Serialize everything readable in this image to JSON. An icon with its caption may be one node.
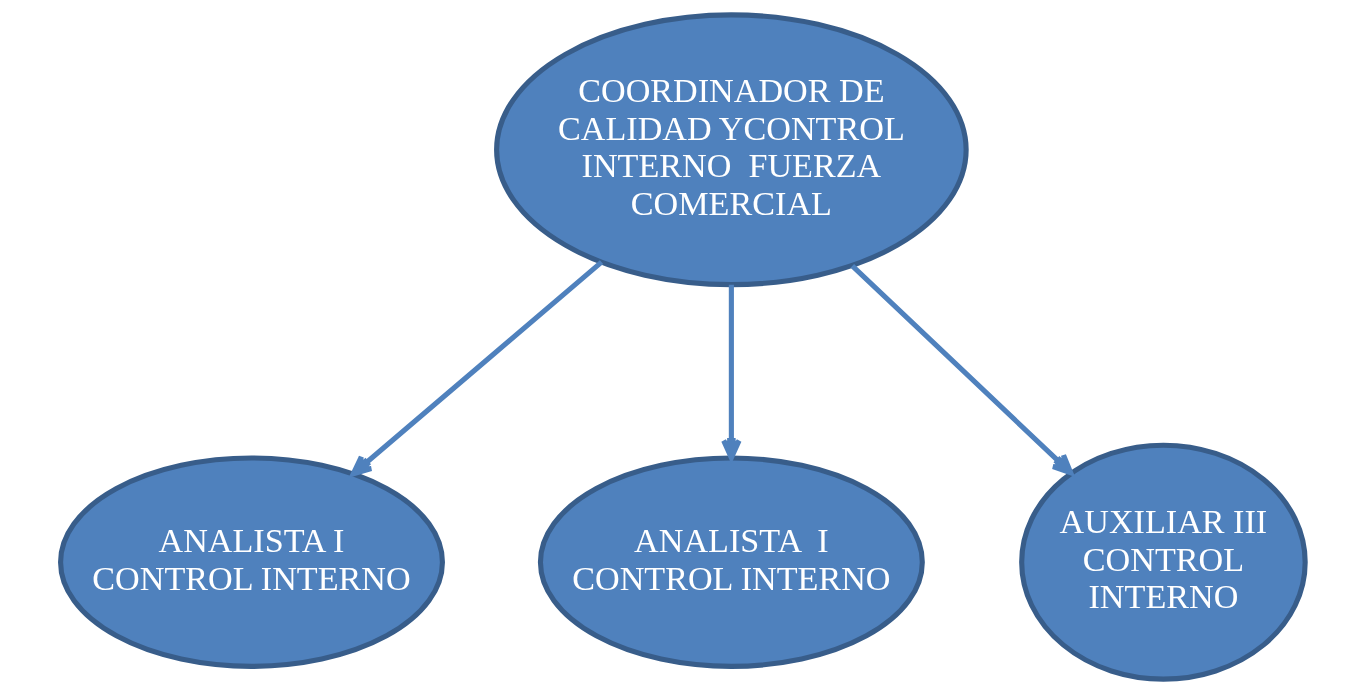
{
  "diagram": {
    "nodes": [
      {
        "text": [
          "COORDINADOR DE CALIDAD YCONTROL INTERNO  FUERZA COMERCIAL"
        ]
      },
      {
        "text": [
          "ANALISTA I CONTROL INTERNO"
        ]
      },
      {
        "text": [
          "ANALISTA  I CONTROL INTERNO"
        ]
      },
      {
        "text": [
          "AUXILIAR III CONTROL INTERNO"
        ]
      }
    ],
    "edges": [
      {
        "from": 0,
        "to": 1,
        "arrow": "to"
      },
      {
        "from": 0,
        "to": 2,
        "arrow": "to"
      },
      {
        "from": 0,
        "to": 3,
        "arrow": "to"
      }
    ]
  }
}
